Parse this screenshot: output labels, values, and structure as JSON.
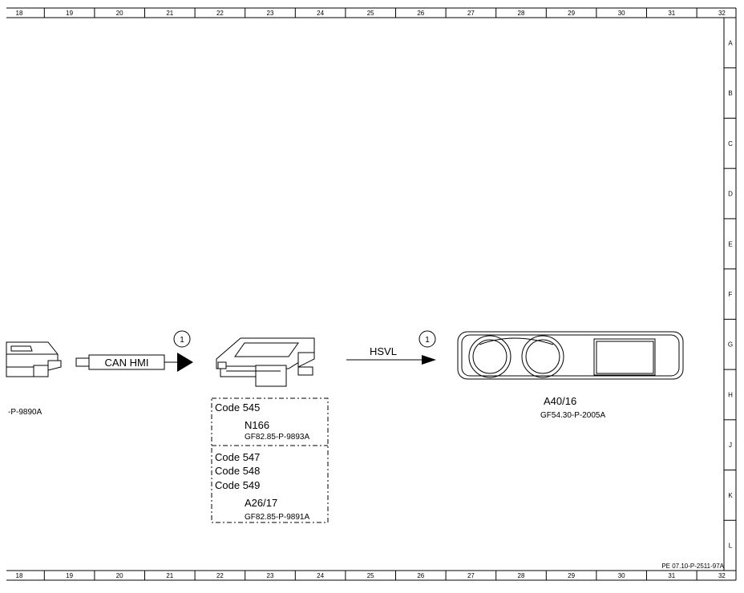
{
  "frame": {
    "columns": [
      "18",
      "19",
      "20",
      "21",
      "22",
      "23",
      "24",
      "25",
      "26",
      "27",
      "28",
      "29",
      "30",
      "31",
      "32"
    ],
    "rows": [
      "A",
      "B",
      "C",
      "D",
      "E",
      "F",
      "G",
      "H",
      "J",
      "K",
      "L"
    ],
    "doc_ref": "PE 07.10-P-2511-97A"
  },
  "left_module": {
    "ref": "-P-9890A"
  },
  "can_connector": {
    "label": "CAN HMI",
    "badge": "1"
  },
  "hsvl_connector": {
    "label": "HSVL",
    "badge": "1"
  },
  "module_box": {
    "group1": {
      "codes": [
        "Code 545"
      ],
      "id": "N166",
      "ref": "GF82.85-P-9893A"
    },
    "group2": {
      "codes": [
        "Code 547",
        "Code 548",
        "Code 549"
      ],
      "id": "A26/17",
      "ref": "GF82.85-P-9891A"
    }
  },
  "cluster": {
    "id": "A40/16",
    "ref": "GF54.30-P-2005A"
  }
}
